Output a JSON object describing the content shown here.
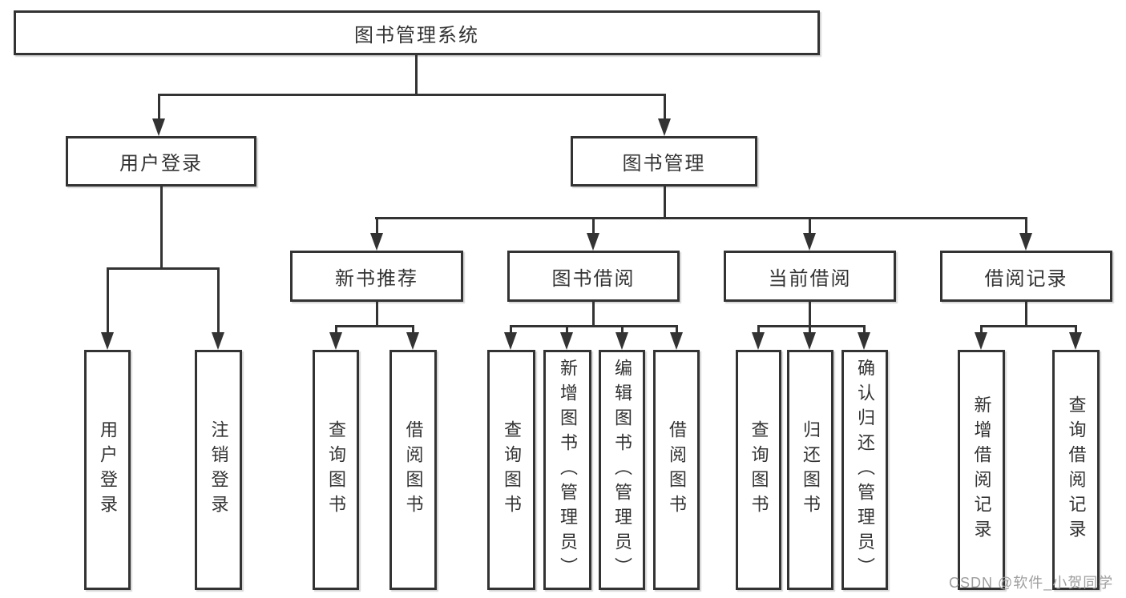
{
  "tree": {
    "root": {
      "label": "图书管理系统"
    },
    "branches": [
      {
        "label": "用户登录",
        "children": [
          {
            "label": "用户登录"
          },
          {
            "label": "注销登录"
          }
        ]
      },
      {
        "label": "图书管理",
        "children": [
          {
            "label": "新书推荐",
            "children": [
              {
                "label": "查询图书"
              },
              {
                "label": "借阅图书"
              }
            ]
          },
          {
            "label": "图书借阅",
            "children": [
              {
                "label": "查询图书"
              },
              {
                "label": "新增图书（管理员）"
              },
              {
                "label": "编辑图书（管理员）"
              },
              {
                "label": "借阅图书"
              }
            ]
          },
          {
            "label": "当前借阅",
            "children": [
              {
                "label": "查询图书"
              },
              {
                "label": "归还图书"
              },
              {
                "label": "确认归还（管理员）"
              }
            ]
          },
          {
            "label": "借阅记录",
            "children": [
              {
                "label": "新增借阅记录"
              },
              {
                "label": "查询借阅记录"
              }
            ]
          }
        ]
      }
    ]
  },
  "watermark": {
    "text": "CSDN @软件_小贺同学"
  },
  "colors": {
    "line": "#333333",
    "box_fill": "#ffffff",
    "background": "#ffffff",
    "watermark": "#9e9e9e"
  }
}
